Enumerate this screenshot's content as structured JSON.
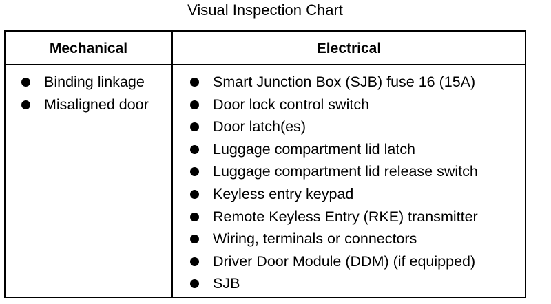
{
  "title": "Visual Inspection Chart",
  "table": {
    "headers": {
      "mechanical": "Mechanical",
      "electrical": "Electrical"
    },
    "mechanical": [
      "Binding linkage",
      "Misaligned door"
    ],
    "electrical": [
      "Smart Junction Box (SJB) fuse 16 (15A)",
      "Door lock control switch",
      "Door latch(es)",
      "Luggage compartment lid latch",
      "Luggage compartment lid release switch",
      "Keyless entry keypad",
      "Remote Keyless Entry (RKE) transmitter",
      "Wiring, terminals or connectors",
      "Driver Door Module (DDM) (if equipped)",
      "SJB"
    ]
  }
}
